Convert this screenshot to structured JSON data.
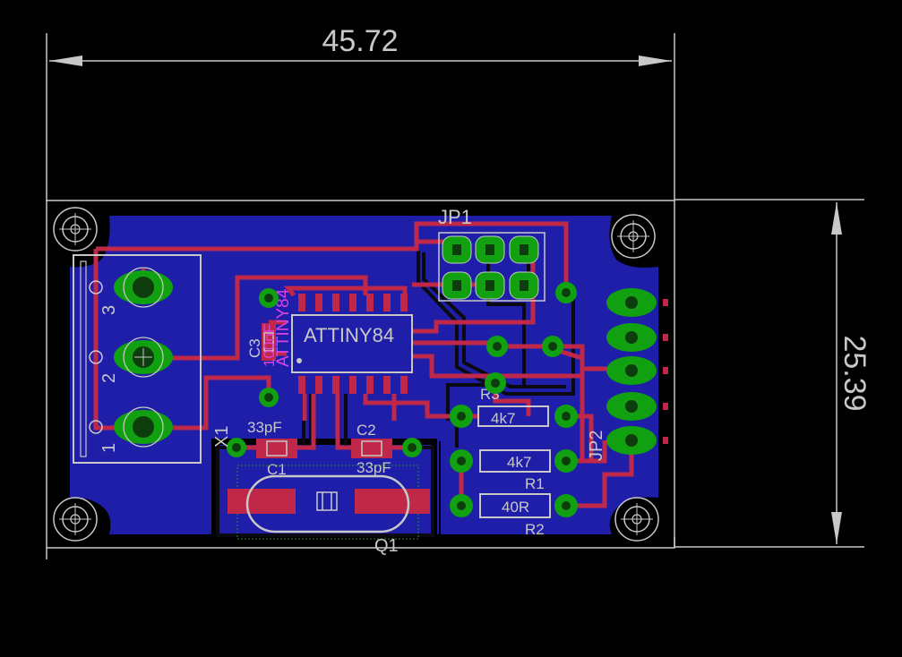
{
  "dimensions": {
    "width_label": "45.72",
    "height_label": "25.39"
  },
  "colors": {
    "background": "#000000",
    "copper_bottom": "#1e1ea8",
    "trace_top": "#c0284a",
    "trace_bottom": "#0a0a10",
    "pad_ring": "#10a010",
    "pad_hole": "#0d3d0d",
    "silkscreen": "#c8c8c8",
    "dimension": "#c8c8c8",
    "name_layer": "#e040e0"
  },
  "parts": {
    "ic": {
      "value": "ATTINY84",
      "name": "ATTINY84"
    },
    "c3": {
      "name": "C3",
      "value": "100nF"
    },
    "c1": {
      "name": "C1",
      "value": "33pF"
    },
    "c2": {
      "name": "C2",
      "value": "33pF"
    },
    "x1": {
      "name": "X1"
    },
    "q1": {
      "name": "Q1"
    },
    "r1": {
      "name": "R1",
      "value": "4k7"
    },
    "r2": {
      "name": "R2",
      "value": "40R"
    },
    "r3": {
      "name": "R3",
      "value": "4k7"
    },
    "jp1": {
      "name": "JP1"
    },
    "jp2": {
      "name": "JP2"
    },
    "terminal": {
      "pins": [
        "1",
        "2",
        "3"
      ]
    }
  }
}
